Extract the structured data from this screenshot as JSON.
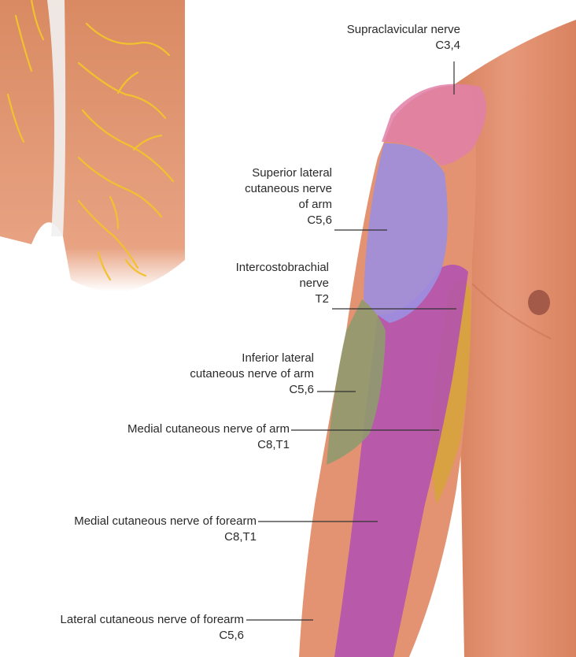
{
  "labels": {
    "supraclavicular": {
      "name": "Supraclavicular nerve",
      "roots": "C3,4"
    },
    "superior_lateral": {
      "line1": "Superior lateral",
      "line2": "cutaneous nerve",
      "line3": "of arm",
      "roots": "C5,6"
    },
    "intercostobrachial": {
      "line1": "Intercostobrachial",
      "line2": "nerve",
      "roots": "T2"
    },
    "inferior_lateral": {
      "line1": "Inferior lateral",
      "line2": "cutaneous nerve of arm",
      "roots": "C5,6"
    },
    "medial_arm": {
      "name": "Medial cutaneous nerve of arm",
      "roots": "C8,T1"
    },
    "medial_forearm": {
      "name": "Medial cutaneous nerve of forearm",
      "roots": "C8,T1"
    },
    "lateral_forearm": {
      "name": "Lateral cutaneous nerve of forearm",
      "roots": "C5,6"
    }
  },
  "colors": {
    "skin": "#e08f6b",
    "skin_shadow": "#c96f4e",
    "nerve_branch": "#f2c12e",
    "supraclavicular_zone": "#e07fa8",
    "superior_lateral_zone": "#9c8fe0",
    "intercostobrachial_zone": "#d6a33a",
    "inferior_lateral_zone": "#8f9a6e",
    "medial_zone": "#b04fb4",
    "leader_line": "#333333"
  }
}
